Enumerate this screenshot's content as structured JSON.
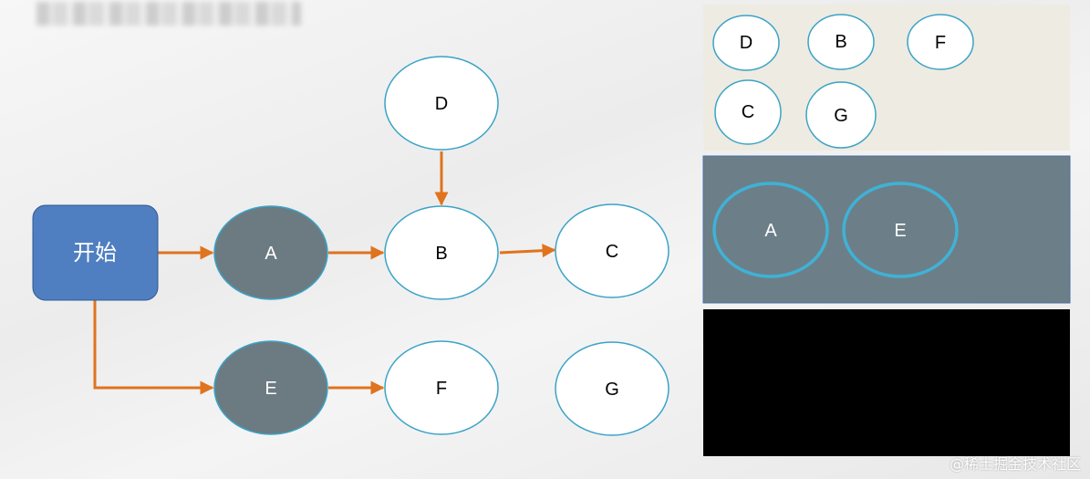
{
  "flow": {
    "start": "开始",
    "nodes": {
      "A": "A",
      "B": "B",
      "C": "C",
      "D": "D",
      "E": "E",
      "F": "F",
      "G": "G"
    }
  },
  "panels": {
    "unvisited": {
      "items": [
        "D",
        "B",
        "F",
        "C",
        "G"
      ]
    },
    "queue": {
      "items": [
        "A",
        "E"
      ]
    },
    "visited": {
      "items": []
    }
  },
  "colors": {
    "start_fill": "#4f7fc0",
    "visited_fill": "#6c7b82",
    "node_stroke": "#3aa3c6",
    "edge": "#e0731e",
    "unvisited_panel": "#eeebe2",
    "queue_panel": "#6c7f88",
    "visited_panel": "#000000"
  },
  "watermark": "@稀土掘金技术社区"
}
